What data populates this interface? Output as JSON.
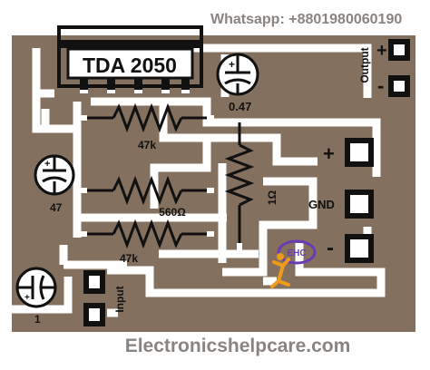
{
  "watermark": {
    "whatsapp": "Whatsapp: +8801980060190",
    "site": "Electronicshelpcare.com",
    "logo_text": "EHC"
  },
  "chip": {
    "label": "TDA 2050"
  },
  "components": {
    "c_out": "0.47",
    "r1": "47k",
    "r2": "560Ω",
    "r3": "47k",
    "r_vert": "1Ω",
    "c_47": "47",
    "c_in": "1"
  },
  "terminals": {
    "output": "Output",
    "output_plus": "+",
    "output_minus": "-",
    "power_plus": "+",
    "gnd": "GND",
    "power_minus": "-",
    "input": "Input"
  },
  "colors": {
    "board": "#84705f",
    "trace": "#ffffff",
    "outline": "#111111",
    "watermark": "#8a8480"
  }
}
